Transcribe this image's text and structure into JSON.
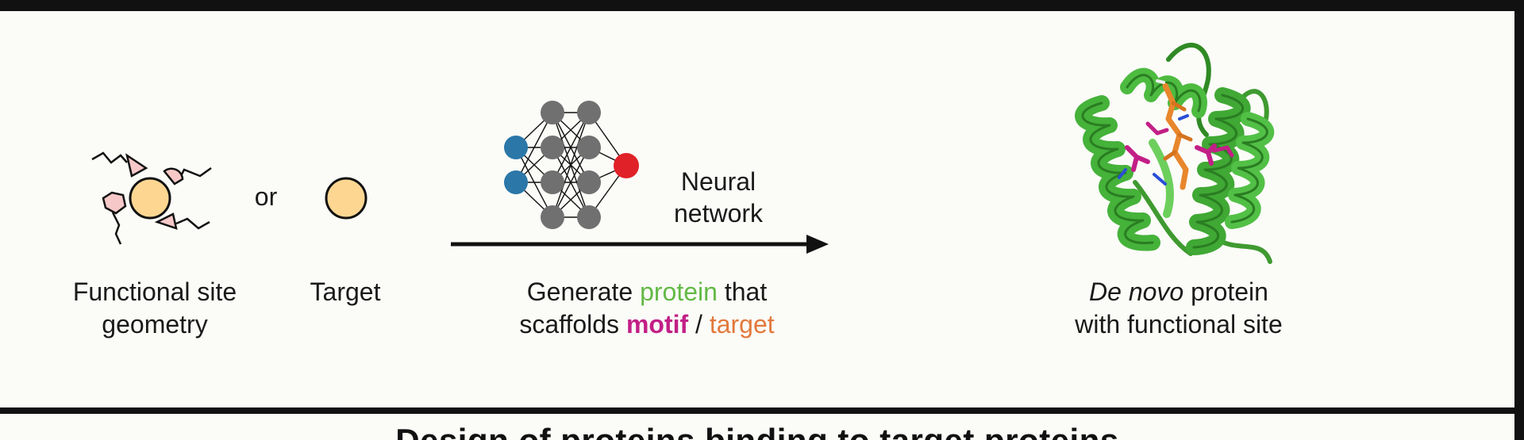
{
  "left_panel": {
    "or_text": "or",
    "functional_site_line1": "Functional site",
    "functional_site_line2": "geometry",
    "target_label": "Target"
  },
  "neural_network": {
    "label_line1": "Neural",
    "label_line2": "network"
  },
  "generate_caption": {
    "part1": "Generate ",
    "protein_word": "protein",
    "part2": " that",
    "part3": "scaffolds ",
    "motif_word": "motif",
    "slash": " / ",
    "target_word": "target"
  },
  "result": {
    "de_novo": "De novo",
    "line1_rest": " protein",
    "line2": "with functional site"
  },
  "bottom_title": "Design of proteins binding to target proteins",
  "colors": {
    "protein_green": "#63b945",
    "motif_magenta": "#c21f86",
    "target_orange": "#e2793b",
    "target_fill": "#fdd792",
    "fragment_pink": "#f6c9c8",
    "nn_input_blue": "#2a77a8",
    "nn_hidden_gray": "#707070",
    "nn_output_red": "#e02127",
    "frame": "#111111"
  }
}
